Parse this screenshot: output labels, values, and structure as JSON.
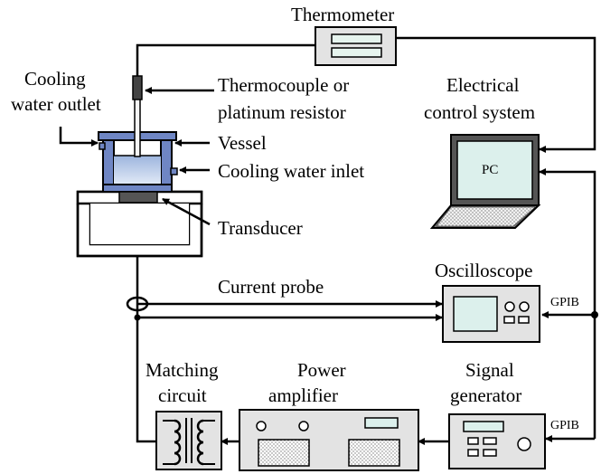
{
  "labels": {
    "thermometer": "Thermometer",
    "cooling_outlet_1": "Cooling",
    "cooling_outlet_2": "water outlet",
    "thermocouple_1": "Thermocouple or",
    "thermocouple_2": "platinum resistor",
    "electrical_1": "Electrical",
    "electrical_2": "control system",
    "vessel": "Vessel",
    "cooling_inlet": "Cooling water inlet",
    "pc": "PC",
    "transducer": "Transducer",
    "current_probe": "Current probe",
    "oscilloscope": "Oscilloscope",
    "gpib_top": "GPIB",
    "matching_1": "Matching",
    "matching_2": "circuit",
    "power_1": "Power",
    "power_2": "amplifier",
    "signal_1": "Signal",
    "signal_2": "generator",
    "gpib_bottom": "GPIB"
  },
  "colors": {
    "line": "#000000",
    "device_fill": "#e3e3e3",
    "screen_fill": "#dcf0ec",
    "water_fill": "#b8cce8",
    "vessel_fill": "#6f86c4",
    "transducer_fill": "#555555"
  }
}
